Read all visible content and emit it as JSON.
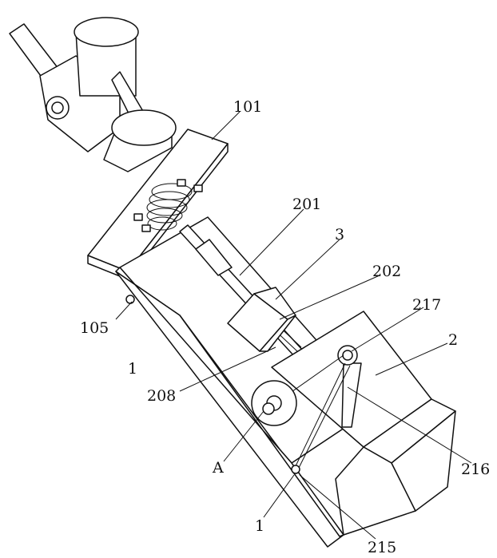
{
  "labels": {
    "l101": "101",
    "l201": "201",
    "l3": "3",
    "l202": "202",
    "l217": "217",
    "l105": "105",
    "l1a": "1",
    "l2": "2",
    "l208": "208",
    "l216": "216",
    "lA": "A",
    "l1b": "1",
    "l215": "215"
  }
}
